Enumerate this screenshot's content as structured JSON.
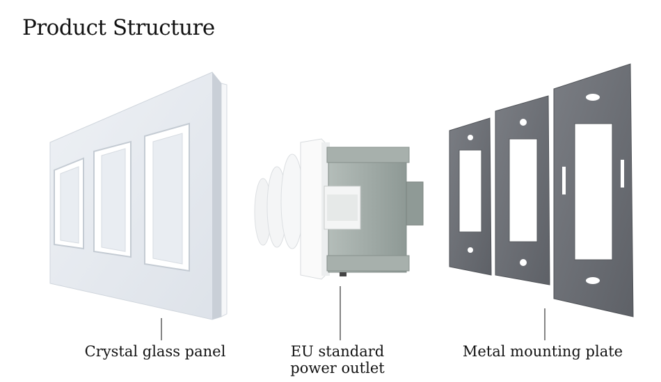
{
  "page": {
    "title": "Product Structure"
  },
  "components": [
    {
      "id": "panel",
      "label": "Crystal glass panel",
      "icon": "glass-panel-icon"
    },
    {
      "id": "outlet",
      "label_line1": "EU standard",
      "label_line2": "power outlet",
      "icon": "power-outlet-icon"
    },
    {
      "id": "plate",
      "label": "Metal mounting plate",
      "icon": "mounting-plate-icon"
    }
  ],
  "colors": {
    "panel_glass": "#e4e8ee",
    "outlet_body": "#9aa5a0",
    "plate_metal": "#6c6f75",
    "leader_line": "#333333"
  }
}
